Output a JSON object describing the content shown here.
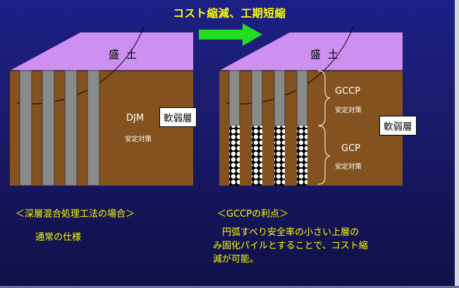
{
  "headline": "コスト縮減、工期短縮",
  "colors": {
    "fill": "#cd90f0",
    "soil": "#84521f",
    "pile": "#8a8a8a",
    "arrow": "#22dd22",
    "text_accent": "#ffff00"
  },
  "left_panel": {
    "fill_label": "盛土",
    "method_label": "DJM",
    "method_sub": "安定対策"
  },
  "right_panel": {
    "fill_label": "盛土",
    "upper_label": "GCCP",
    "upper_sub": "安定対策",
    "lower_label": "GCP",
    "lower_sub": "安定対策"
  },
  "soft_layer_left": "軟弱層",
  "soft_layer_right": "軟弱層",
  "left_caption": {
    "title": "＜深層混合処理工法の場合＞",
    "body": "通常の仕様"
  },
  "right_caption": {
    "title": "＜GCCPの利点＞",
    "body_lines": [
      "　円弧すべり安全率の小さい上層の",
      "み固化パイルとすることで、コスト縮",
      "減が可能。"
    ]
  }
}
